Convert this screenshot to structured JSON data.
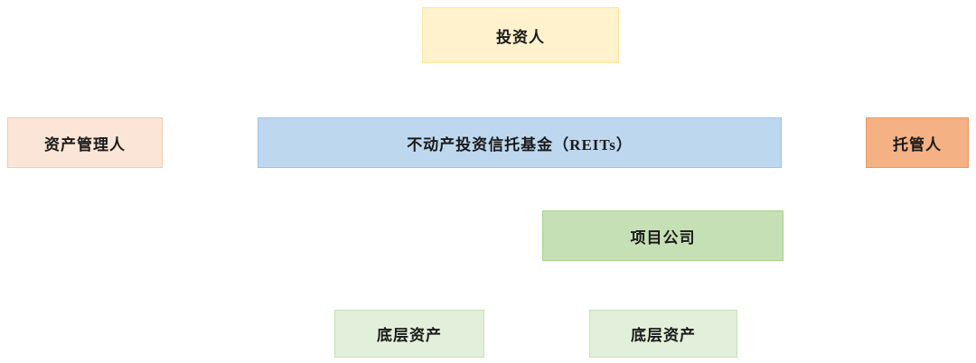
{
  "diagram": {
    "title": "REITs structure diagram",
    "background_color": "#ffffff",
    "text_color": "#1a1a1a",
    "nodes": {
      "investor": {
        "label": "投资人",
        "fill": "#FFF2CC"
      },
      "asset_manager": {
        "label": "资产管理人",
        "fill": "#FBE5D6"
      },
      "reits": {
        "label": "不动产投资信托基金（REITs）",
        "fill": "#BDD7EE"
      },
      "custodian": {
        "label": "托管人",
        "fill": "#F4B183"
      },
      "project_company": {
        "label": "项目公司",
        "fill": "#C5E0B4"
      },
      "underlying_asset_left": {
        "label": "底层资产",
        "fill": "#E2EFDA"
      },
      "underlying_asset_right": {
        "label": "底层资产",
        "fill": "#E2EFDA"
      }
    }
  }
}
